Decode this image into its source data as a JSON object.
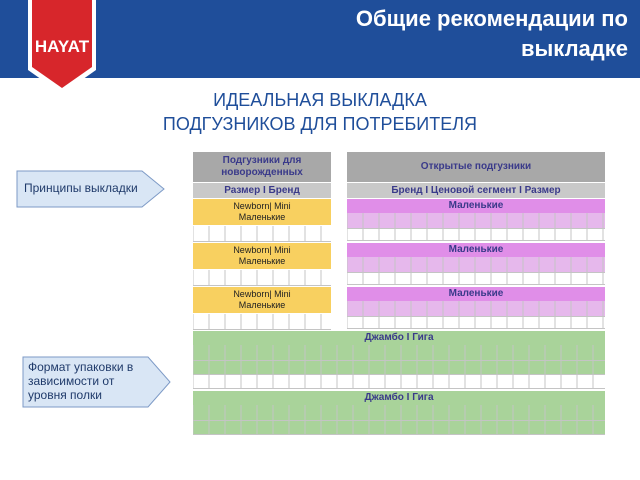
{
  "brand": {
    "logo_text": "HAYAT",
    "primary": "#1f4e9a",
    "accent": "#d7262b"
  },
  "header": {
    "title_line1": "Общие рекомендации по",
    "title_line2": "выкладке"
  },
  "subtitle": {
    "line1": "ИДЕАЛЬНАЯ ВЫКЛАДКА",
    "line2": "ПОДГУЗНИКОВ ДЛЯ ПОТРЕБИТЕЛЯ"
  },
  "callouts": {
    "principles": "Принципы выкладки",
    "format_line1": "Формат упаковки в",
    "format_line2": "зависимости от",
    "format_line3": "уровня полки"
  },
  "left_block": {
    "header_line1": "Подгузники для",
    "header_line2": "новорожденных",
    "subheader": "Размер I Бренд",
    "shelves": [
      {
        "line1": "Newborn| Mini",
        "line2": "Маленькие"
      },
      {
        "line1": "Newborn| Mini",
        "line2": "Маленькие"
      },
      {
        "line1": "Newborn| Mini",
        "line2": "Маленькие"
      }
    ]
  },
  "right_block": {
    "header": "Открытые подгузники",
    "subheader": "Бренд I Ценовой сегмент I Размер",
    "shelves": [
      "Маленькие",
      "Маленькие",
      "Маленькие"
    ]
  },
  "bottom_block": {
    "shelves": [
      "Джамбо I Гига",
      "Джамбо I Гига"
    ]
  }
}
